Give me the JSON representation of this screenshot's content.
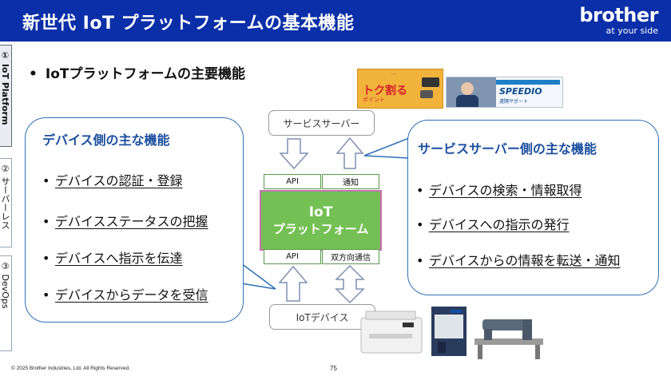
{
  "header": {
    "title": "新世代 IoT プラットフォームの基本機能",
    "logo": "brother",
    "tagline": "at your side"
  },
  "side_tabs": [
    {
      "label": "① IoT Platform",
      "active": true
    },
    {
      "label": "② サーバーレス",
      "active": false
    },
    {
      "label": "③ DevOps",
      "active": false
    }
  ],
  "headline": {
    "bullet": "•",
    "text": "IoTプラットフォームの主要機能"
  },
  "promos": {
    "banner1_title": "トク割る",
    "banner1_sub": "ポイント",
    "banner2_title": "SPEEDIO",
    "banner2_sub": "遠隔サポート"
  },
  "left_callout": {
    "title": "デバイス側の主な機能",
    "bullet": "•",
    "items": [
      "デバイスの認証・登録",
      "デバイスステータスの把握",
      "デバイスへ指示を伝達",
      "デバイスからデータを受信"
    ]
  },
  "right_callout": {
    "title": "サービスサーバー側の主な機能",
    "bullet": "•",
    "items": [
      "デバイスの検索・情報取得",
      "デバイスへの指示の発行",
      "デバイスからの情報を転送・通知"
    ]
  },
  "architecture": {
    "service_server": "サービスサーバー",
    "top_api": "API",
    "top_notify": "通知",
    "platform_line1": "IoT",
    "platform_line2": "プラットフォーム",
    "bottom_api": "API",
    "bottom_bidir": "双方向通信",
    "iot_devices": "IoTデバイス"
  },
  "footer": {
    "copyright": "© 2025 Brother Industries, Ltd. All Rights Reserved.",
    "page": "75"
  },
  "colors": {
    "header_bg": "#0a2fa8",
    "callout_border": "#2f6fb5",
    "callout_title": "#1c4fa0",
    "platform_fill": "#74c054",
    "platform_border": "#c96fb2"
  }
}
